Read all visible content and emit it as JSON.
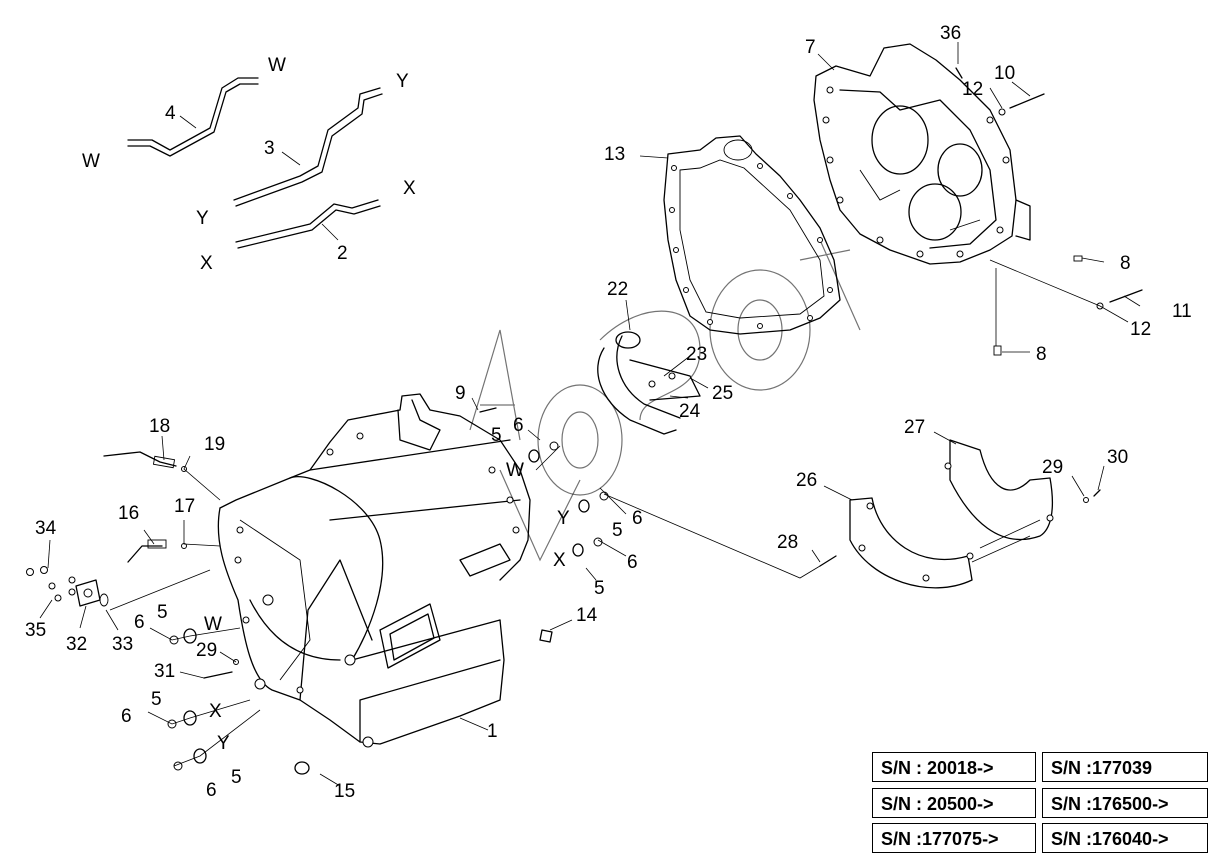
{
  "part_labels": {
    "p1": "1",
    "p2": "2",
    "p3": "3",
    "p4": "4",
    "p5a": "5",
    "p5b": "5",
    "p5c": "5",
    "p5d": "5",
    "p5e": "5",
    "p5f": "5",
    "p6a": "6",
    "p6b": "6",
    "p6c": "6",
    "p6d": "6",
    "p6e": "6",
    "p6f": "6",
    "p7": "7",
    "p8a": "8",
    "p8b": "8",
    "p9": "9",
    "p10": "10",
    "p11": "11",
    "p12a": "12",
    "p12b": "12",
    "p13": "13",
    "p14": "14",
    "p15": "15",
    "p16": "16",
    "p17": "17",
    "p18": "18",
    "p19": "19",
    "p22": "22",
    "p23": "23",
    "p24": "24",
    "p25": "25",
    "p26": "26",
    "p27": "27",
    "p28": "28",
    "p29a": "29",
    "p29b": "29",
    "p30": "30",
    "p31": "31",
    "p32": "32",
    "p33": "33",
    "p34": "34",
    "p35": "35",
    "p36": "36"
  },
  "connection_labels": {
    "w1": "W",
    "w2": "W",
    "w3": "W",
    "w4": "W",
    "y1": "Y",
    "y2": "Y",
    "y3": "Y",
    "y4": "Y",
    "x1": "X",
    "x2": "X",
    "x3": "X",
    "x4": "X"
  },
  "serial_numbers": [
    "S/N : 20018->",
    "S/N :177039",
    "S/N : 20500->",
    "S/N :176500->",
    "S/N :177075->",
    "S/N :176040->"
  ]
}
